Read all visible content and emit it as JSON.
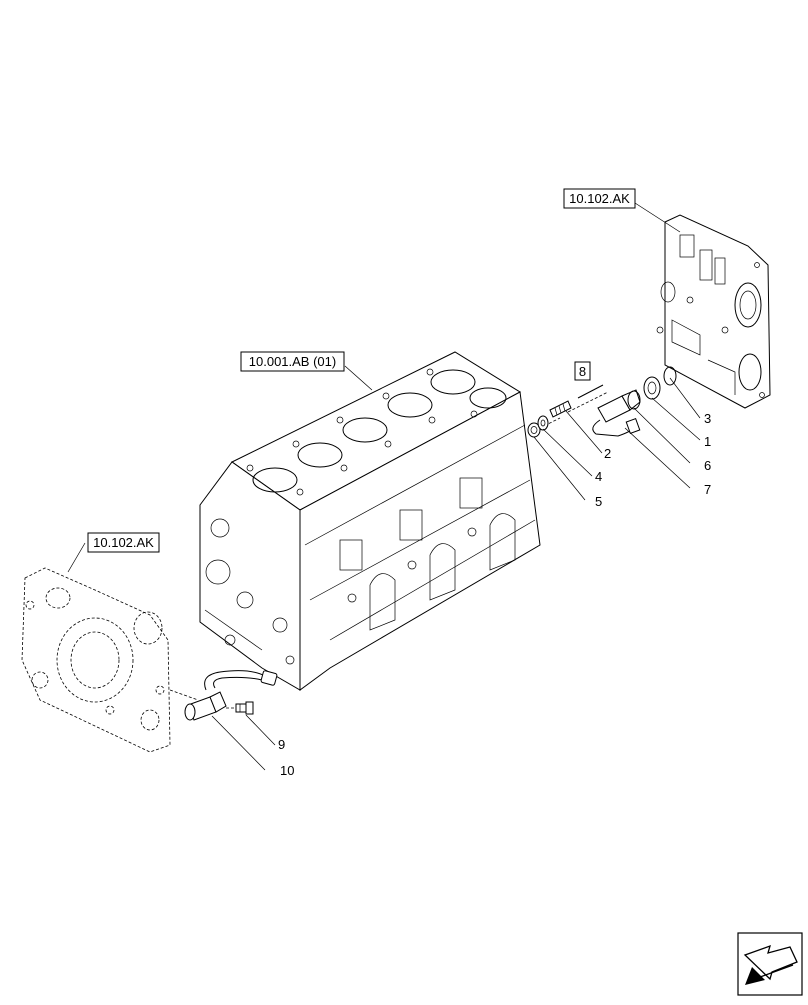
{
  "references": {
    "gear_housing_top": "10.102.AK",
    "engine_block": "10.001.AB (01)",
    "gear_housing_left": "10.102.AK"
  },
  "callouts": {
    "c1": "1",
    "c2": "2",
    "c3": "3",
    "c4": "4",
    "c5": "5",
    "c6": "6",
    "c7": "7",
    "c8": "8",
    "c9": "9",
    "c10": "10"
  },
  "icons": {
    "nav": "navigation-arrow-icon"
  }
}
